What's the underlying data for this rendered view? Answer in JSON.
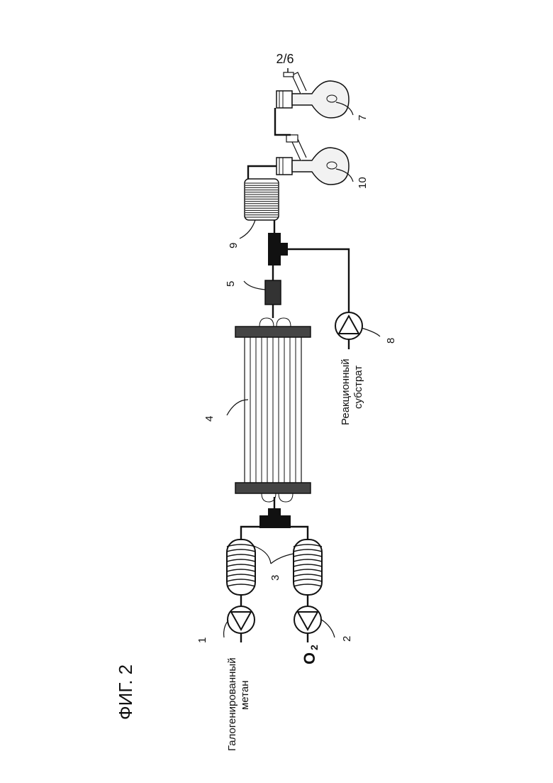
{
  "page_number": "2/6",
  "figure_label": "ФИГ. 2",
  "o2_label": "O",
  "o2_subscript": "2",
  "input_label_1": [
    "Галогенированный",
    "метан"
  ],
  "input_label_2": [
    "Реакционный",
    "субстрат"
  ],
  "callouts": {
    "pump_1": "1",
    "pump_2": "2",
    "coils_3": "3",
    "reactor_4": "4",
    "block_5": "5",
    "coil_9": "9",
    "flask_10": "10",
    "flask_7": "7",
    "pump_8": "8"
  }
}
